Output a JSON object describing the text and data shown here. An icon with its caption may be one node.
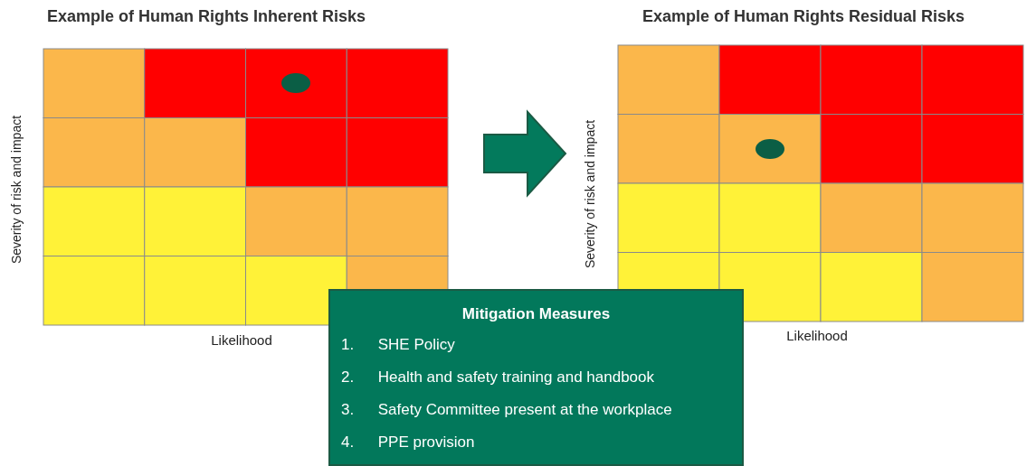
{
  "diagram": {
    "nodes": [
      {
        "text": [
          "Example of Human Rights Inherent Risks",
          "Severity of risk and impact",
          "Likelihood"
        ]
      },
      {
        "text": [
          "Example of Human Rights Residual Risks",
          "Severity of risk and impact",
          "Likelihood"
        ]
      },
      {
        "text": [
          "Mitigation Measures",
          "1. SHE Policy",
          "2. Health and safety training and handbook",
          "3. Safety Committee present at the workplace",
          "4. PPE provision"
        ]
      }
    ],
    "edges": [
      {
        "from": 0,
        "to": 1,
        "arrow": "to",
        "style": "thick"
      }
    ]
  }
}
